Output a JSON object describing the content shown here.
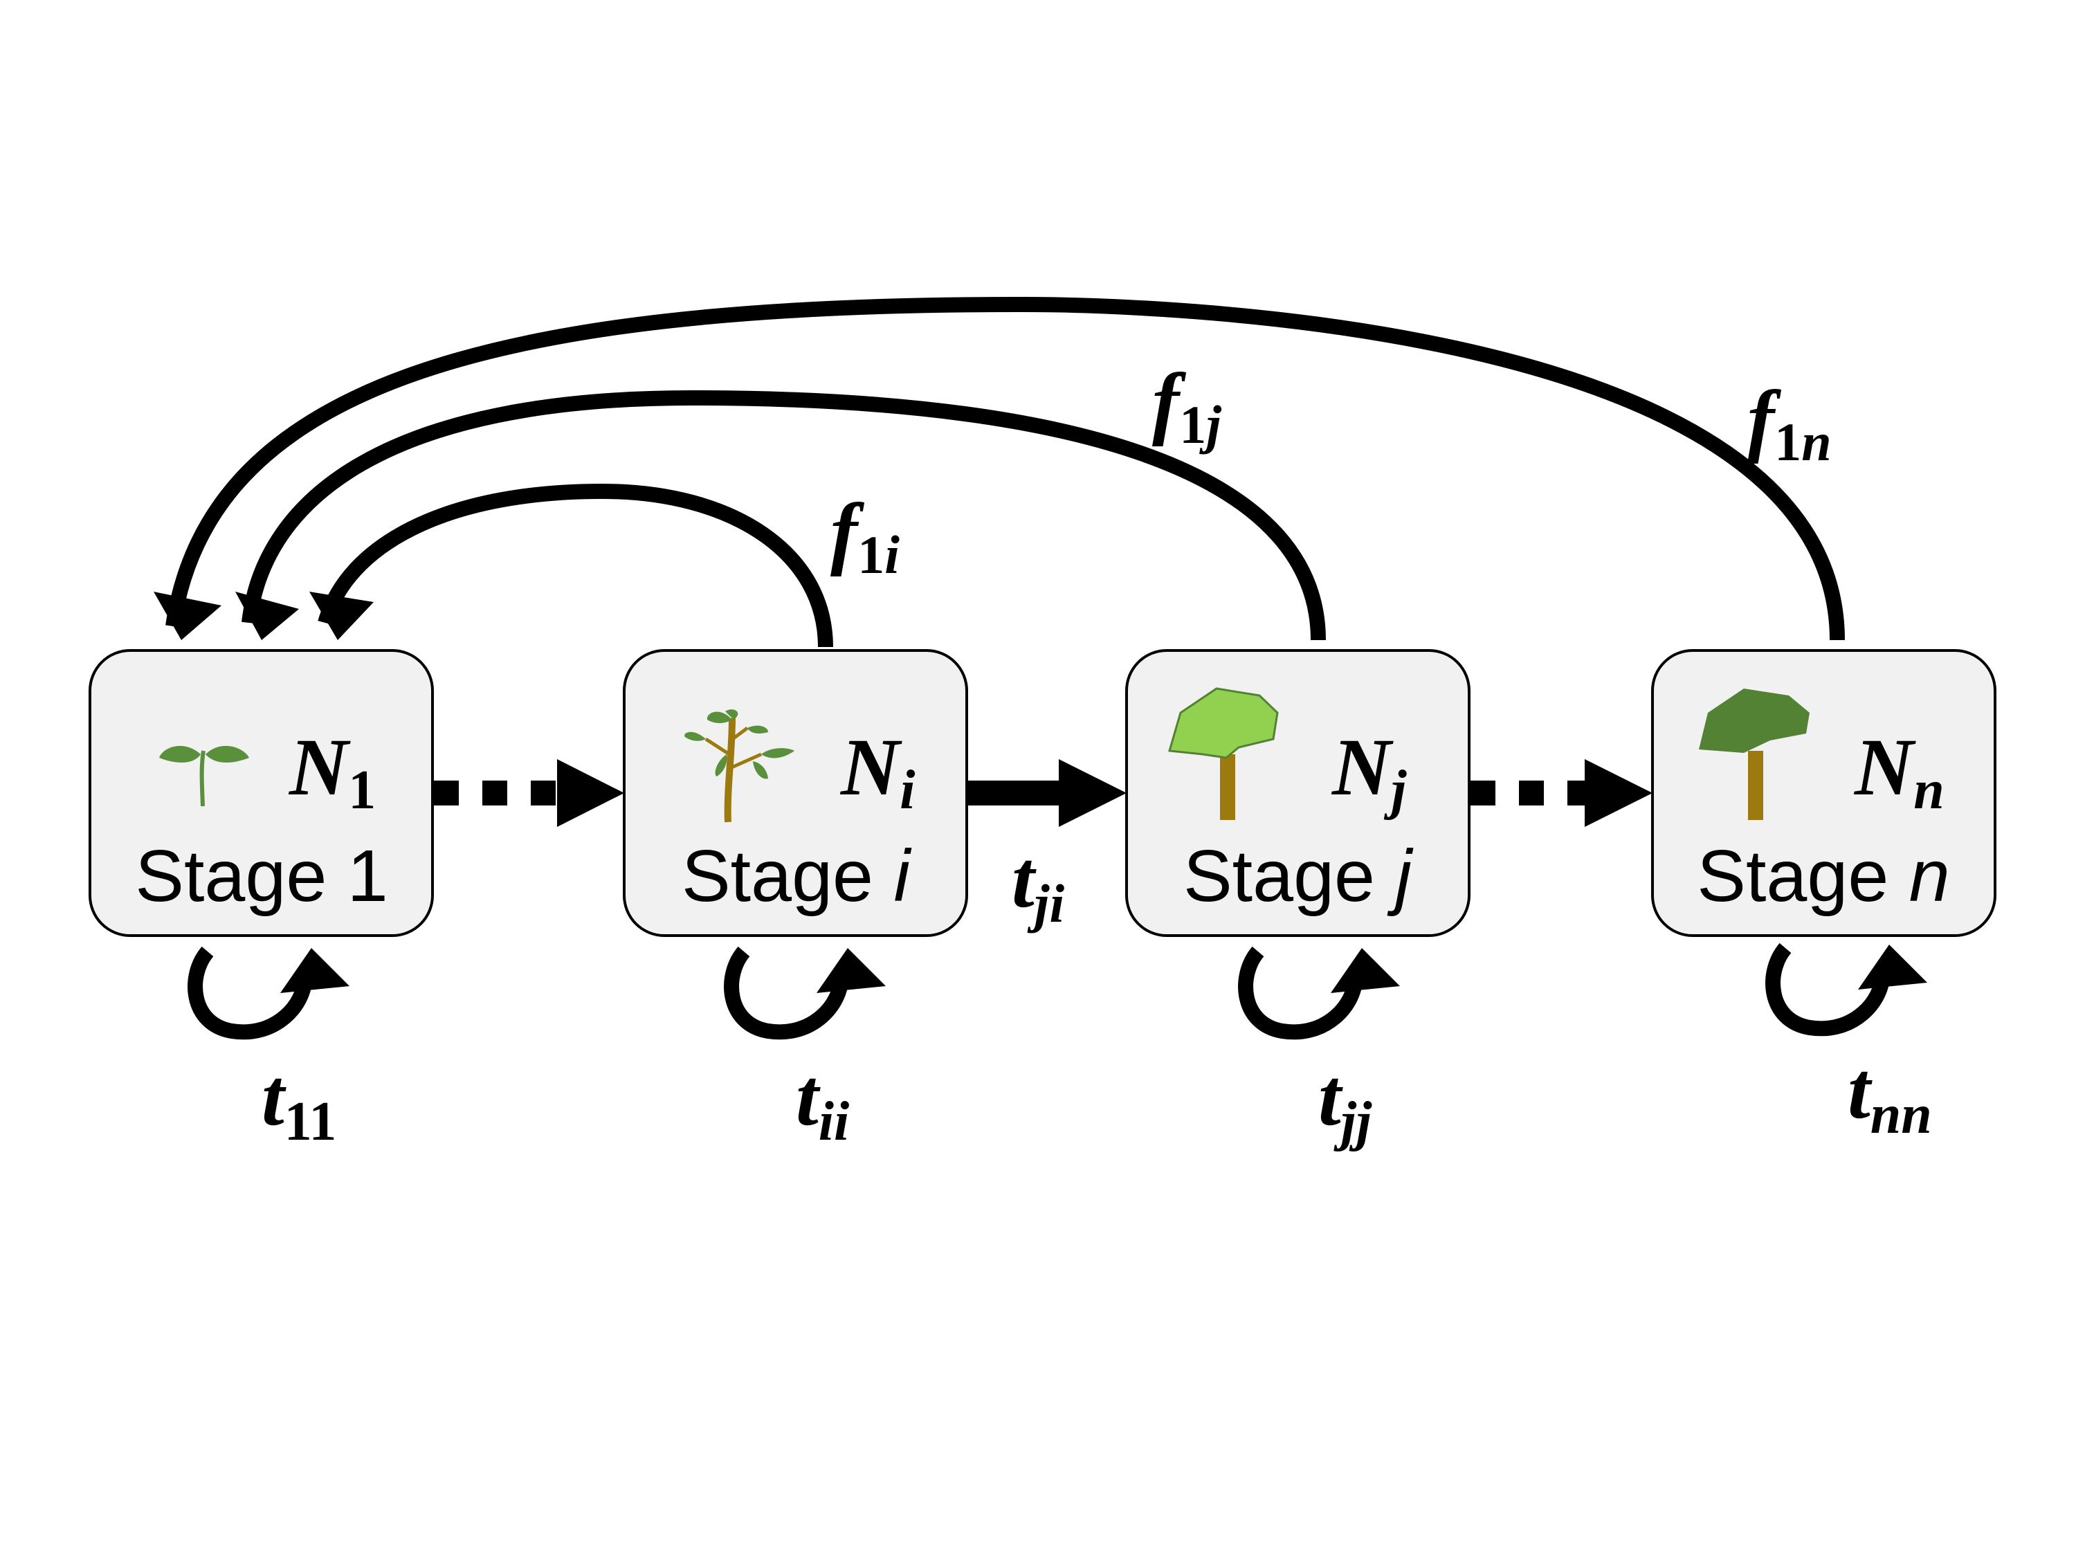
{
  "stages": [
    {
      "id": "stage1",
      "label_prefix": "Stage ",
      "label_var": "1",
      "var_italic": false,
      "count_symbol": "N",
      "count_sub": "1",
      "sub_italic": false,
      "icon": "seedling-icon"
    },
    {
      "id": "stagei",
      "label_prefix": "Stage ",
      "label_var": "i",
      "var_italic": true,
      "count_symbol": "N",
      "count_sub": "i",
      "sub_italic": true,
      "icon": "sapling-icon"
    },
    {
      "id": "stagej",
      "label_prefix": "Stage ",
      "label_var": "j",
      "var_italic": true,
      "count_symbol": "N",
      "count_sub": "j",
      "sub_italic": true,
      "icon": "young-tree-icon"
    },
    {
      "id": "stagen",
      "label_prefix": "Stage ",
      "label_var": "n",
      "var_italic": true,
      "count_symbol": "N",
      "count_sub": "n",
      "sub_italic": true,
      "icon": "mature-tree-icon"
    }
  ],
  "fecundity": [
    {
      "symbol": "f",
      "sub_number": "1",
      "sub_var": "i"
    },
    {
      "symbol": "f",
      "sub_number": "1",
      "sub_var": "j"
    },
    {
      "symbol": "f",
      "sub_number": "1",
      "sub_var": "n"
    }
  ],
  "transition": {
    "symbol": "t",
    "sub": "ji"
  },
  "stasis": [
    {
      "symbol": "t",
      "sub": "11",
      "sub_italic": false
    },
    {
      "symbol": "t",
      "sub": "ii",
      "sub_italic": true
    },
    {
      "symbol": "t",
      "sub": "jj",
      "sub_italic": true
    },
    {
      "symbol": "t",
      "sub": "nn",
      "sub_italic": true
    }
  ],
  "colors": {
    "box_fill": "#f1f1f1",
    "leaf_dark": "#5a8f3c",
    "leaf_light": "#92d050",
    "canopy_dark": "#548235",
    "trunk": "#9c7a0f",
    "stroke": "#000000"
  }
}
